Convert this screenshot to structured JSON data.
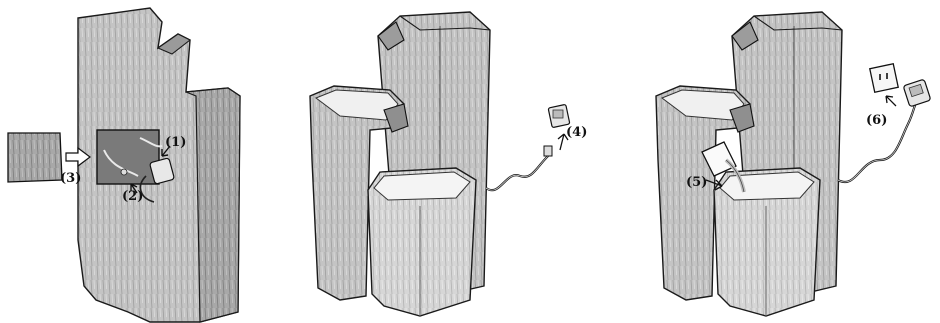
{
  "labels": {
    "l1": "(1)",
    "l2": "(2)",
    "l3": "(3)",
    "l4": "(4)",
    "l5": "(5)",
    "l6": "(6)"
  },
  "colors": {
    "stone_light": "#d9d9d9",
    "stone_mid": "#b7b7b7",
    "stone_dark": "#8c8c8c",
    "outline": "#1a1a1a",
    "water": "#f2f2f2"
  },
  "icons": [
    "arrow-icon",
    "plug-adapter-icon",
    "power-cord-icon",
    "wall-outlet-icon",
    "water-jug-icon"
  ]
}
